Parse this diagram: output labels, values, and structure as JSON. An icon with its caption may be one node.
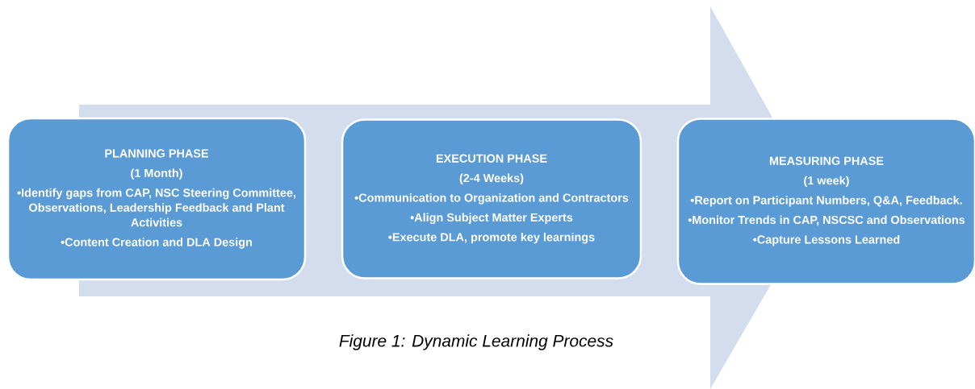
{
  "diagram": {
    "caption": "Figure 1: Dynamic Learning Process",
    "nodes": [
      {
        "text": [
          "PLANNING PHASE",
          "(1 Month)",
          "•Identify gaps from CAP, NSC Steering Committee, Observations, Leadership Feedback and Plant Activities",
          "•Content Creation and DLA Design"
        ]
      },
      {
        "text": [
          "EXECUTION PHASE",
          "(2-4 Weeks)",
          "•Communication to Organization and Contractors",
          "•Align Subject Matter Experts",
          "•Execute DLA, promote key learnings"
        ]
      },
      {
        "text": [
          "MEASURING PHASE",
          "(1 week)",
          "•Report on Participant Numbers, Q&A, Feedback.",
          "•Monitor Trends in CAP, NSCSC and Observations",
          "•Capture Lessons Learned"
        ]
      }
    ]
  }
}
